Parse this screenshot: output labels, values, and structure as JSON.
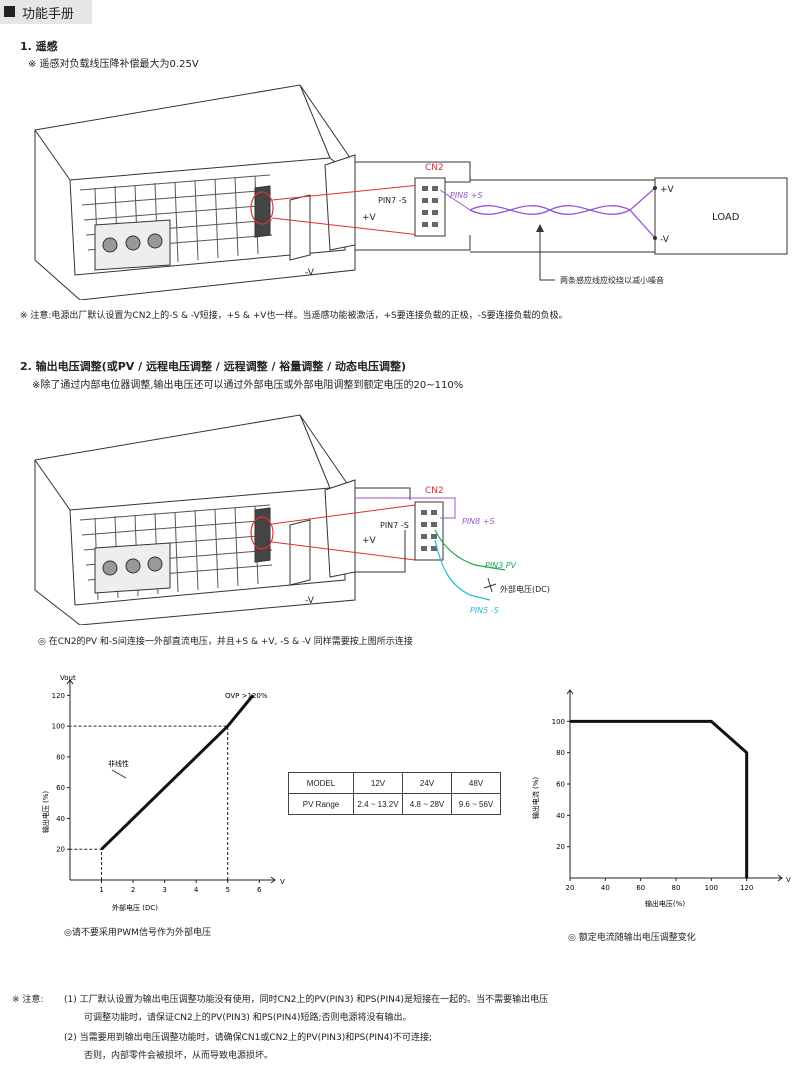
{
  "header": {
    "title": "功能手册"
  },
  "section1": {
    "title": "1. 遥感",
    "note": "※ 遥感对负载线压降补偿最大为0.25V",
    "diagram": {
      "cn2": "CN2",
      "pin7": "PIN7 -S",
      "pin8": "PIN8 +S",
      "plus_v": "+V",
      "minus_v": "-V",
      "load_pos": "+V",
      "load": "LOAD",
      "load_neg": "-V",
      "twist_note": "两条感应线应绞绕以减小噪音"
    },
    "remark": "※ 注意:电源出厂默认设置为CN2上的-S & -V短接，+S & +V也一样。当遥感功能被激活，+S要连接负载的正极，-S要连接负载的负极。"
  },
  "section2": {
    "title": "2. 输出电压调整(或PV / 远程电压调整 / 远程调整 / 裕量调整 / 动态电压调整)",
    "note": "※除了通过内部电位器调整,输出电压还可以通过外部电压或外部电阻调整到额定电压的20~110%",
    "diagram": {
      "cn2": "CN2",
      "pin7": "PIN7 -S",
      "pin8": "PIN8 +S",
      "plus_v": "+V",
      "minus_v": "-V",
      "pin3": "PIN3 PV",
      "ext_v": "外部电压(DC)",
      "pin5": "PIN5 -S"
    },
    "remark": "◎ 在CN2的PV 和-S间连接一外部直流电压，并且+S & +V, -S & -V 同样需要按上图所示连接"
  },
  "chart_left": {
    "ylabel_top": "Vout",
    "ylabel": "输出电压 (%)",
    "xlabel": "外部电压 (DC)",
    "x_axis_symbol": "V",
    "annotation_ovp": "OVP >120%",
    "annotation_nonlinear": "非线性",
    "caption": "◎请不要采用PWM信号作为外部电压"
  },
  "chart_right": {
    "ylabel": "输出电流 (%)",
    "xlabel": "输出电压(%)",
    "x_axis_symbol": "V",
    "caption": "◎ 额定电流随输出电压调整变化"
  },
  "chart_data": [
    {
      "type": "line",
      "x": [
        1,
        5,
        5.8
      ],
      "y": [
        20,
        100,
        120
      ],
      "xticks": [
        "1",
        "2",
        "3",
        "4",
        "5",
        "6"
      ],
      "yticks": [
        "20",
        "40",
        "60",
        "80",
        "100",
        "120"
      ],
      "xlim": [
        0,
        6.5
      ],
      "ylim": [
        0,
        130
      ],
      "grid": false
    },
    {
      "type": "line",
      "x": [
        20,
        100,
        120,
        120
      ],
      "y": [
        100,
        100,
        80,
        0
      ],
      "xticks": [
        "20",
        "40",
        "60",
        "80",
        "100",
        "120"
      ],
      "yticks": [
        "20",
        "40",
        "60",
        "80",
        "100"
      ],
      "xlim": [
        20,
        140
      ],
      "ylim": [
        0,
        120
      ],
      "grid": false
    }
  ],
  "pv_table": {
    "headers": [
      "MODEL",
      "12V",
      "24V",
      "48V"
    ],
    "row_label": "PV Range",
    "values": [
      "2.4 ~ 13.2V",
      "4.8 ~ 28V",
      "9.6 ~ 56V"
    ]
  },
  "footer": {
    "mark": "※ 注意:",
    "line1": "(1) 工厂默认设置为输出电压调整功能没有使用，同时CN2上的PV(PIN3) 和PS(PIN4)是短接在一起的。当不需要输出电压",
    "line2": "可调整功能时，请保证CN2上的PV(PIN3) 和PS(PIN4)短路;否则电源将没有输出。",
    "line3": "(2) 当需要用到输出电压调整功能时，请确保CN1或CN2上的PV(PIN3)和PS(PIN4)不可连接;",
    "line4": "否则，内部零件会被损坏，从而导致电源损坏。"
  }
}
